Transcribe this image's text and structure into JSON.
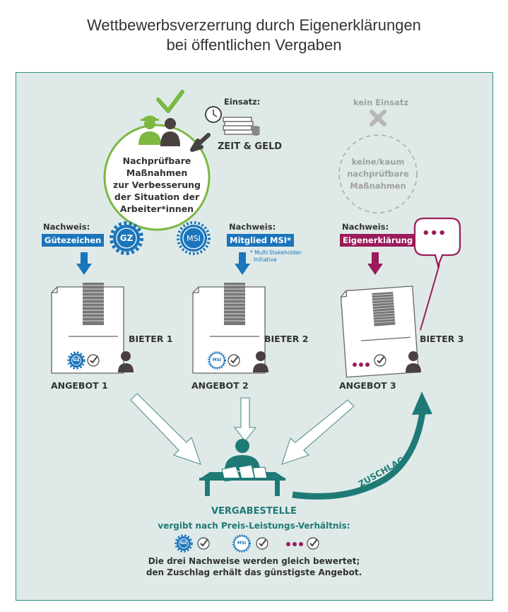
{
  "title": {
    "line1": "Wettbewerbsverzerrung durch Eigenerklärungen",
    "line2": "bei öffentlichen Vergaben"
  },
  "colors": {
    "blue": "#1b75bb",
    "green": "#7cb842",
    "teal": "#1f7a76",
    "purple": "#9b1b5a",
    "gray": "#a8a8a8",
    "dark": "#333333"
  },
  "effort": {
    "label": "Einsatz:",
    "value": "ZEIT & GELD",
    "icons": [
      "clock-icon",
      "money-stack-icon"
    ]
  },
  "no_effort": {
    "label": "kein Einsatz",
    "icon": "x-mark-icon"
  },
  "measures_circle": {
    "lines": [
      "Nachprüfbare",
      "Maßnahmen",
      "zur Verbesserung",
      "der Situation der",
      "Arbeiter*innen"
    ]
  },
  "no_measures_circle": {
    "lines": [
      "keine/kaum",
      "nachprüfbare",
      "Maßnahmen"
    ]
  },
  "proofs": [
    {
      "label": "Nachweis:",
      "tag": "Gütezeichen",
      "badge": "GZ"
    },
    {
      "label": "Nachweis:",
      "tag": "Mitglied MSI*",
      "badge": "MSI"
    },
    {
      "label": "Nachweis:",
      "tag": "Eigenerklärung",
      "badge": "•••"
    }
  ],
  "footnote": {
    "lines": [
      "* Multi-Stakeholder-",
      "Initiative"
    ]
  },
  "bidders": [
    {
      "bidder": "BIETER 1",
      "offer": "ANGEBOT 1"
    },
    {
      "bidder": "BIETER 2",
      "offer": "ANGEBOT 2"
    },
    {
      "bidder": "BIETER 3",
      "offer": "ANGEBOT 3"
    }
  ],
  "award_label": "ZUSCHLAG",
  "authority": {
    "name": "VERGABESTELLE",
    "subtitle": "vergibt nach Preis-Leistungs-Verhältnis:",
    "badges": [
      "GZ",
      "MSI",
      "•••"
    ],
    "note_lines": [
      "Die drei Nachweise werden gleich bewertet;",
      "den Zuschlag erhält das günstigste Angebot."
    ]
  }
}
